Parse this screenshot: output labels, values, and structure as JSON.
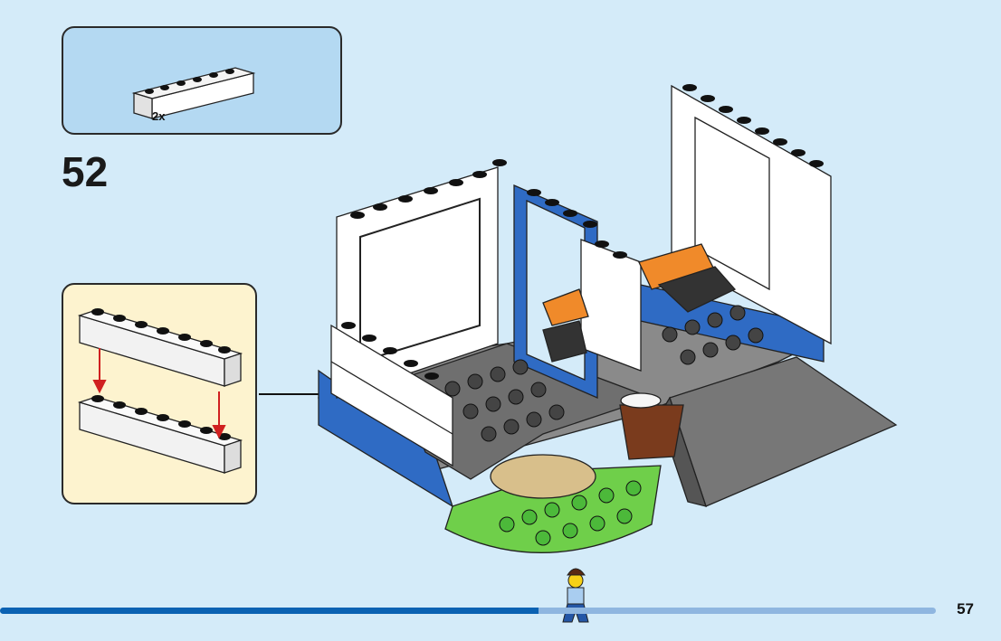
{
  "parts_callout": {
    "quantity": "2x",
    "part": "white 1x6 brick"
  },
  "step": {
    "number": "52"
  },
  "page": {
    "number": "57"
  },
  "progress": {
    "fraction": 0.575
  },
  "colors": {
    "background": "#d4ebf9",
    "parts_box": "#b4d9f2",
    "subassembly_box": "#fdf3cf",
    "progress": "#0b62b3",
    "arrow": "#d02020"
  }
}
